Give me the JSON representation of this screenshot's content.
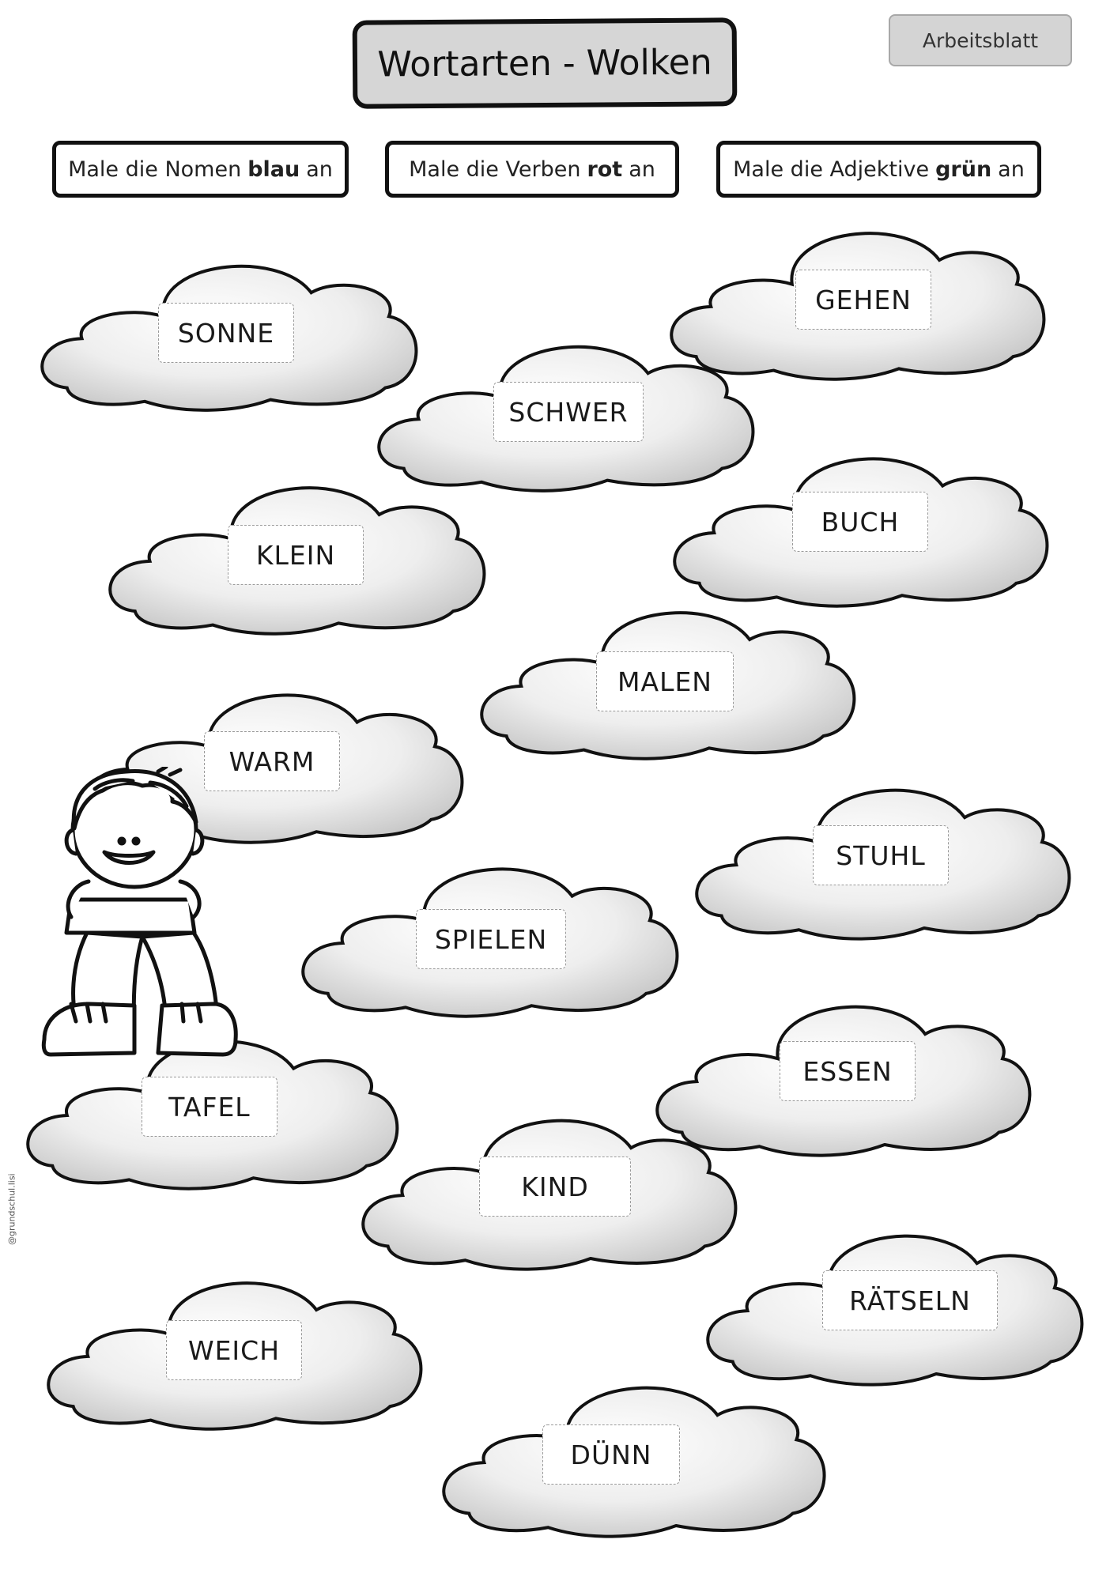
{
  "badge": "Arbeitsblatt",
  "title": "Wortarten - Wolken",
  "instructions": [
    {
      "pre": "Male die Nomen",
      "bold": "blau",
      "post": "an"
    },
    {
      "pre": "Male die Verben",
      "bold": "rot",
      "post": "an"
    },
    {
      "pre": "Male die Adjektive",
      "bold": "grün",
      "post": "an"
    }
  ],
  "clouds": [
    "SONNE",
    "GEHEN",
    "SCHWER",
    "KLEIN",
    "BUCH",
    "MALEN",
    "WARM",
    "STUHL",
    "SPIELEN",
    "TAFEL",
    "ESSEN",
    "KIND",
    "RÄTSELN",
    "WEICH",
    "DÜNN"
  ],
  "credit": "@grundschul.lisi"
}
